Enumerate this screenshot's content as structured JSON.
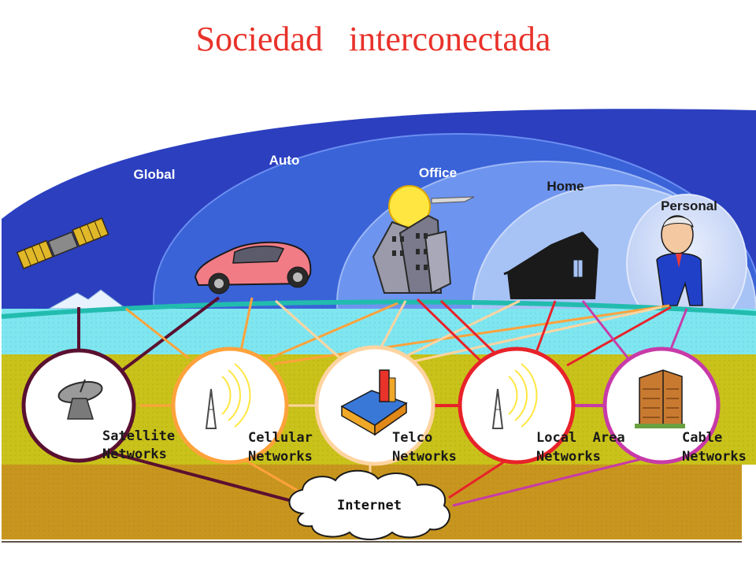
{
  "title": "Sociedad   interconectada",
  "spheres": {
    "global": "Global",
    "auto": "Auto",
    "office": "Office",
    "home": "Home",
    "personal": "Personal"
  },
  "networks": [
    {
      "id": "satellite",
      "line1": "Satellite",
      "line2": "Networks"
    },
    {
      "id": "cellular",
      "line1": "Cellular",
      "line2": "Networks"
    },
    {
      "id": "telco",
      "line1": "Telco",
      "line2": "Networks"
    },
    {
      "id": "local-area",
      "line1": "Local  Area",
      "line2": "Networks"
    },
    {
      "id": "cable",
      "line1": "Cable",
      "line2": "Networks"
    }
  ],
  "internet": "Internet",
  "colors": {
    "title": "#e8322a",
    "global_sphere": "#2b3fbf",
    "auto_sphere": "#3a63d8",
    "office_sphere": "#6d94ee",
    "home_sphere": "#a7c3f6",
    "personal_sphere": "#d8e2fb",
    "water": "#7fe6f0",
    "ground_upper": "#c9c21a",
    "ground_lower": "#c8961e",
    "satellite_link": "#5a1030",
    "cellular_link": "#ffa23c",
    "telco_link": "#ffd4a0",
    "local_area_link": "#e8222a",
    "cable_link": "#c83aa8"
  },
  "icons": [
    "satellite-icon",
    "snow-mountain-icon",
    "car-icon",
    "office-buildings-icon",
    "sun-icon",
    "airplane-icon",
    "house-icon",
    "businessman-icon",
    "satellite-dish-icon",
    "cell-tower-icon",
    "telco-building-icon",
    "lan-tower-icon",
    "cable-building-icon",
    "cloud-icon"
  ]
}
